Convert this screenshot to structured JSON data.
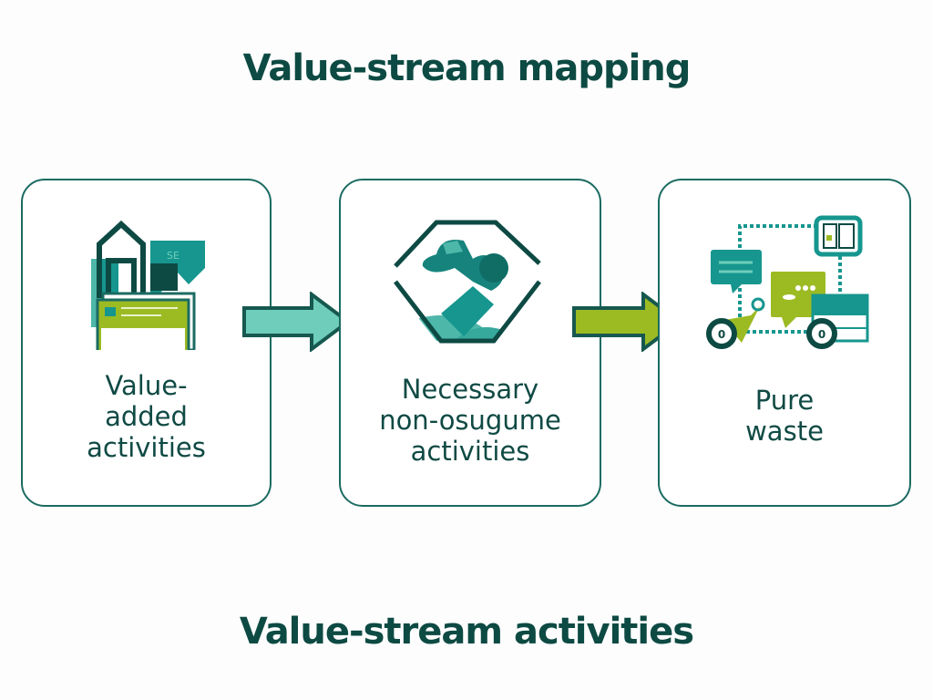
{
  "title": "Value-stream mapping",
  "footer_title": "Value-stream activities",
  "colors": {
    "dark_teal": "#0d4a43",
    "teal": "#16968e",
    "light_teal": "#6fcdbb",
    "lime": "#9cbb23",
    "border": "#1b6b62"
  },
  "boxes": [
    {
      "label_lines": [
        "Value-",
        "added",
        "activities"
      ],
      "icon": "document-upload-icon"
    },
    {
      "label_lines": [
        "Necessary",
        "non-osugume",
        "activities"
      ],
      "icon": "robotic-arm-icon"
    },
    {
      "label_lines": [
        "Pure",
        "waste"
      ],
      "icon": "waste-flow-icon"
    }
  ],
  "arrows": [
    {
      "from": "Value-added activities",
      "to": "Necessary non-osugume activities",
      "color": "#6fcdbb"
    },
    {
      "from": "Necessary non-osugume activities",
      "to": "Pure waste",
      "color": "#9cbb23"
    }
  ]
}
